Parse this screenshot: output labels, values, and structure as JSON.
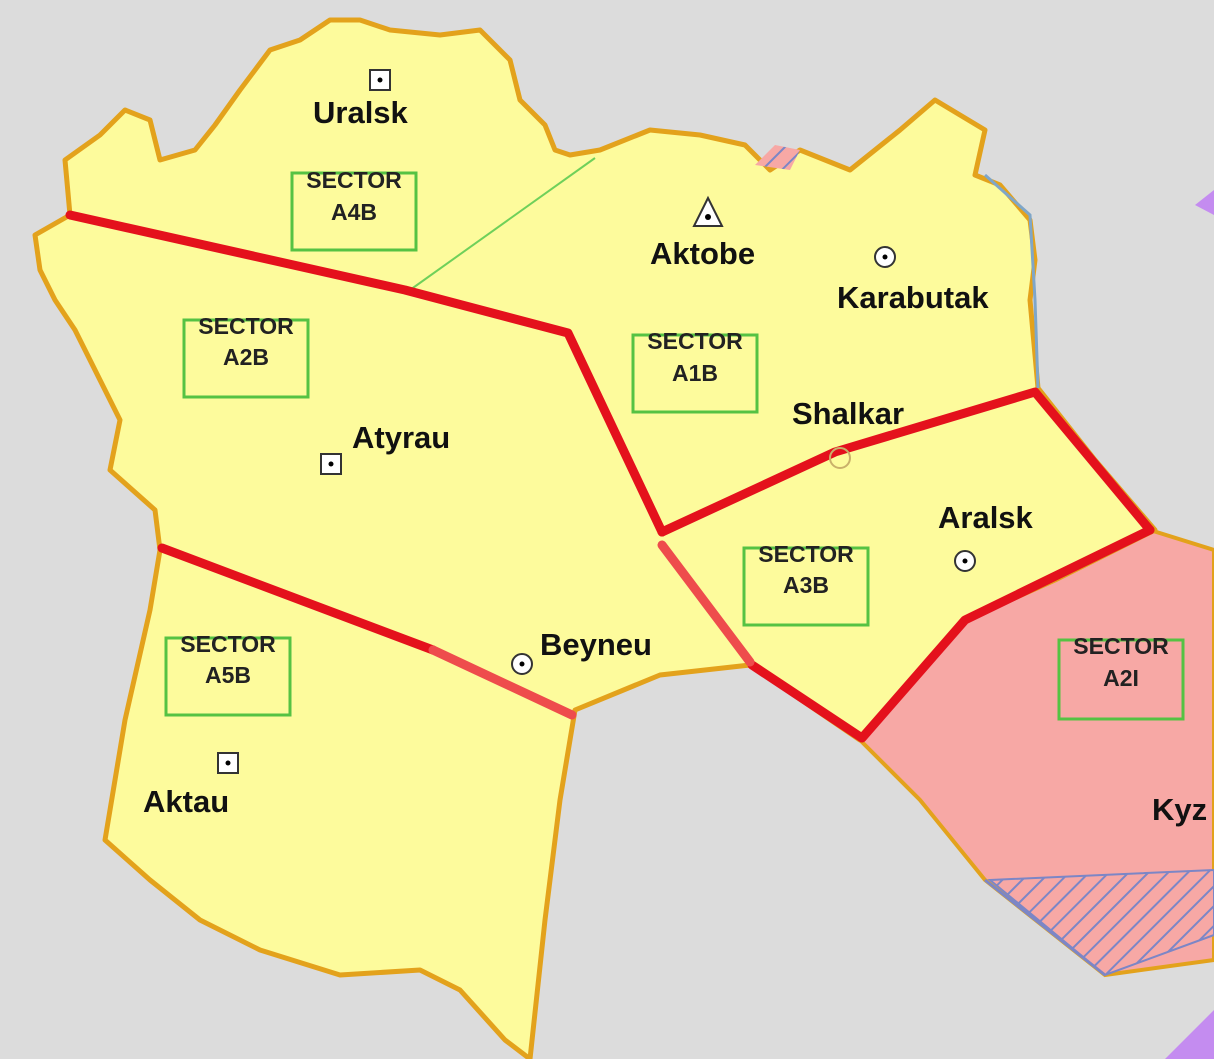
{
  "colors": {
    "background": "#dcdcdc",
    "region_fill": "#fdfb9c",
    "region_outline": "#e3a21c",
    "adjacent_region_fill": "#f7a8a5",
    "sector_border": "#e4111c",
    "sector_box": "#55c243",
    "hatch": "#7c86c6"
  },
  "cities": [
    {
      "name": "Uralsk",
      "icon": "square-dot-icon"
    },
    {
      "name": "Aktobe",
      "icon": "triangle-dot-icon"
    },
    {
      "name": "Karabutak",
      "icon": "circle-dot-icon"
    },
    {
      "name": "Atyrau",
      "icon": "square-dot-icon"
    },
    {
      "name": "Shalkar",
      "icon": "circle-dot-icon"
    },
    {
      "name": "Aralsk",
      "icon": "circle-dot-icon"
    },
    {
      "name": "Beyneu",
      "icon": "circle-dot-icon"
    },
    {
      "name": "Aktau",
      "icon": "square-dot-icon"
    },
    {
      "name": "Kyz",
      "icon": ""
    }
  ],
  "sectors": [
    {
      "word": "SECTOR",
      "code": "A4B"
    },
    {
      "word": "SECTOR",
      "code": "A2B"
    },
    {
      "word": "SECTOR",
      "code": "A1B"
    },
    {
      "word": "SECTOR",
      "code": "A3B"
    },
    {
      "word": "SECTOR",
      "code": "A5B"
    },
    {
      "word": "SECTOR",
      "code": "A2I"
    }
  ]
}
